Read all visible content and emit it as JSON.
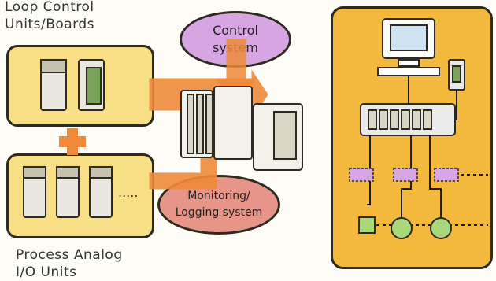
{
  "labels": {
    "loop_control_line1": "Loop Control",
    "loop_control_line2": "Units/Boards",
    "process_analog_line1": "Process Analog",
    "process_analog_line2": "I/O Units",
    "control_system_line1": "Control",
    "control_system_line2": "system",
    "monitoring_line1": "Monitoring/",
    "monitoring_line2": "Logging system",
    "ellipsis": "....."
  },
  "colors": {
    "panel_fill": "#f8de84",
    "outline": "#2d2a20",
    "arrow_orange": "#ef8a3a",
    "control_oval": "#d7a6e2",
    "monitoring_oval": "#e79588",
    "right_panel": "#f2b93c",
    "green_node": "#a8d87a",
    "pink_tag": "#d6a6e6"
  },
  "icons": [
    "computer-monitor-icon",
    "controller-rack-icon",
    "module-card-icon",
    "sensor-square-icon",
    "valve-circle-icon"
  ]
}
